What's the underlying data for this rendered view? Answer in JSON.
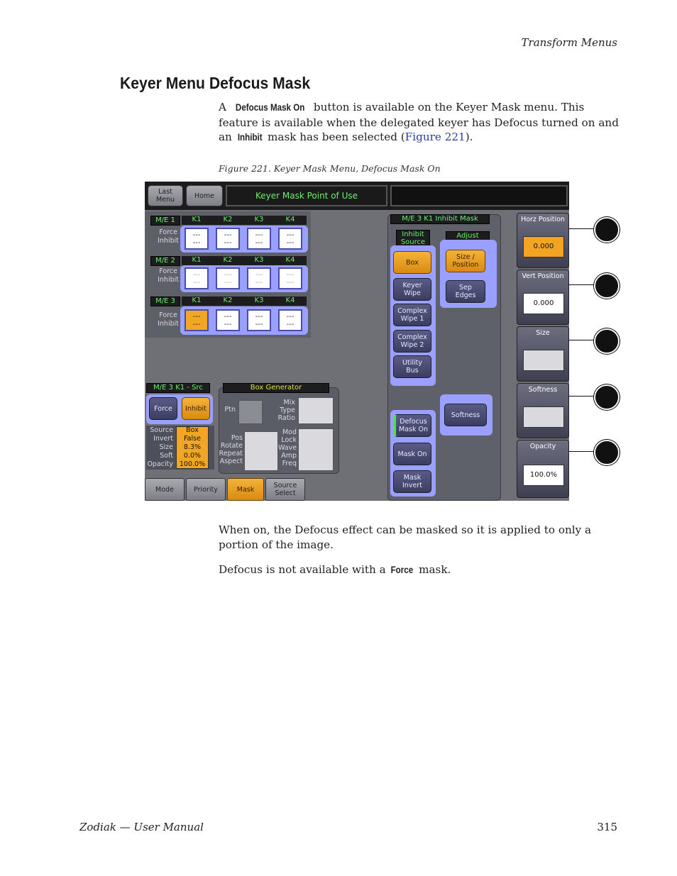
{
  "page": {
    "header_right": "Transform Menus",
    "title": "Keyer Menu Defocus Mask",
    "para1": {
      "a": "A ",
      "kw1": "Defocus Mask On",
      "b": " button is available on the Keyer Mask menu. This feature is available when the delegated keyer has Defocus turned on and an ",
      "kw2": "Inhibit",
      "c": " mask has been selected (",
      "link": "Figure 221",
      "d": ")."
    },
    "caption": "Figure 221.  Keyer Mask Menu, Defocus Mask On",
    "para2": "When on, the Defocus effect can be masked so it is applied to only a portion of the image.",
    "para3": {
      "a": "Defocus is not available with a ",
      "kw": "Force",
      "b": " mask."
    },
    "footer_left": "Zodiak — User Manual",
    "footer_right": "315"
  },
  "ui": {
    "top": {
      "last_menu": "Last\nMenu",
      "home": "Home",
      "title": "Keyer Mask Point of Use"
    },
    "me_rows": [
      {
        "label": "M/E 1",
        "keys": [
          "K1",
          "K2",
          "K3",
          "K4"
        ],
        "row_labels": [
          "Force",
          "Inhibit"
        ],
        "cells": [
          "---\n---",
          "---\n---",
          "---\n---",
          "---\n---"
        ]
      },
      {
        "label": "M/E 2",
        "keys": [
          "K1",
          "K2",
          "K3",
          "K4"
        ],
        "row_labels": [
          "Force",
          "Inhibit"
        ],
        "cells": [
          "---\n---",
          "---\n---",
          "---\n---",
          "---\n---"
        ]
      },
      {
        "label": "M/E 3",
        "keys": [
          "K1",
          "K2",
          "K3",
          "K4"
        ],
        "row_labels": [
          "Force",
          "Inhibit"
        ],
        "cells": [
          "---\n---",
          "---\n---",
          "---\n---",
          "---\n---"
        ]
      }
    ],
    "inhibit_mask_title": "M/E 3 K1 Inhibit Mask",
    "inhibit_source": "Inhibit\nSource",
    "adjust": "Adjust",
    "source_buttons": [
      "Box",
      "Keyer\nWipe",
      "Complex\nWipe 1",
      "Complex\nWipe 2",
      "Utility\nBus"
    ],
    "adjust_buttons": [
      "Size /\nPosition",
      "Sep\nEdges"
    ],
    "softness_btn": "Softness",
    "mask_buttons": [
      "Defocus\nMask On",
      "Mask On",
      "Mask\nInvert"
    ],
    "src_panel": {
      "title": "M/E 3 K1 - Src",
      "force": "Force",
      "inhibit": "Inhibit",
      "labels": [
        "Source",
        "Invert",
        "Size",
        "Soft",
        "Opacity"
      ],
      "values": [
        "Box",
        "False",
        "8.3%",
        "0.0%",
        "100.0%"
      ]
    },
    "box_gen": {
      "title": "Box Generator",
      "ptn": "Ptn",
      "mix_labels": "Mix\nType\nRatio",
      "pos_labels": "Pos\nRotate\nRepeat\nAspect",
      "mod_labels": "Mod\nLock\nWave\nAmp\nFreq"
    },
    "tabs": [
      "Mode",
      "Priority",
      "Mask",
      "Source\nSelect"
    ],
    "right_params": [
      {
        "title": "Horz Position",
        "value": "0.000",
        "style": "orange"
      },
      {
        "title": "Vert Position",
        "value": "0.000",
        "style": "white"
      },
      {
        "title": "Size",
        "value": "",
        "style": "gray"
      },
      {
        "title": "Softness",
        "value": "",
        "style": "gray"
      },
      {
        "title": "Opacity",
        "value": "100.0%",
        "style": "white"
      }
    ],
    "colors": {
      "accent_orange": "#f2a623",
      "frame_blue": "#9aa0ff",
      "green_text": "#6cf06c"
    }
  }
}
